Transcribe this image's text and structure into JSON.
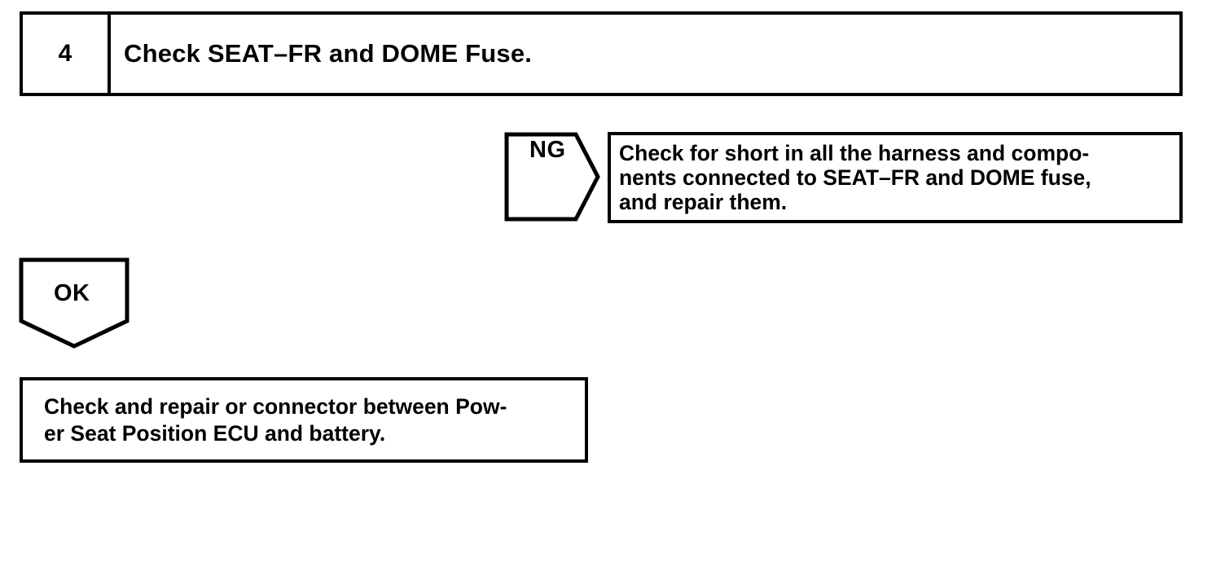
{
  "document": {
    "type": "troubleshooting-flowchart",
    "background_color": "#ffffff",
    "ink_color": "#000000"
  },
  "step": {
    "number": "4",
    "title": "Check SEAT–FR and DOME Fuse."
  },
  "branches": {
    "ng": {
      "label": "NG",
      "arrow_shape": "pentagon-right",
      "action_lines": [
        "Check for short in all the harness and compo-",
        "nents connected to SEAT–FR and DOME fuse,",
        "and repair them."
      ]
    },
    "ok": {
      "label": "OK",
      "arrow_shape": "pentagon-down"
    }
  },
  "result": {
    "lines": [
      "Check and repair or connector between Pow-",
      "er Seat Position ECU and battery."
    ]
  }
}
